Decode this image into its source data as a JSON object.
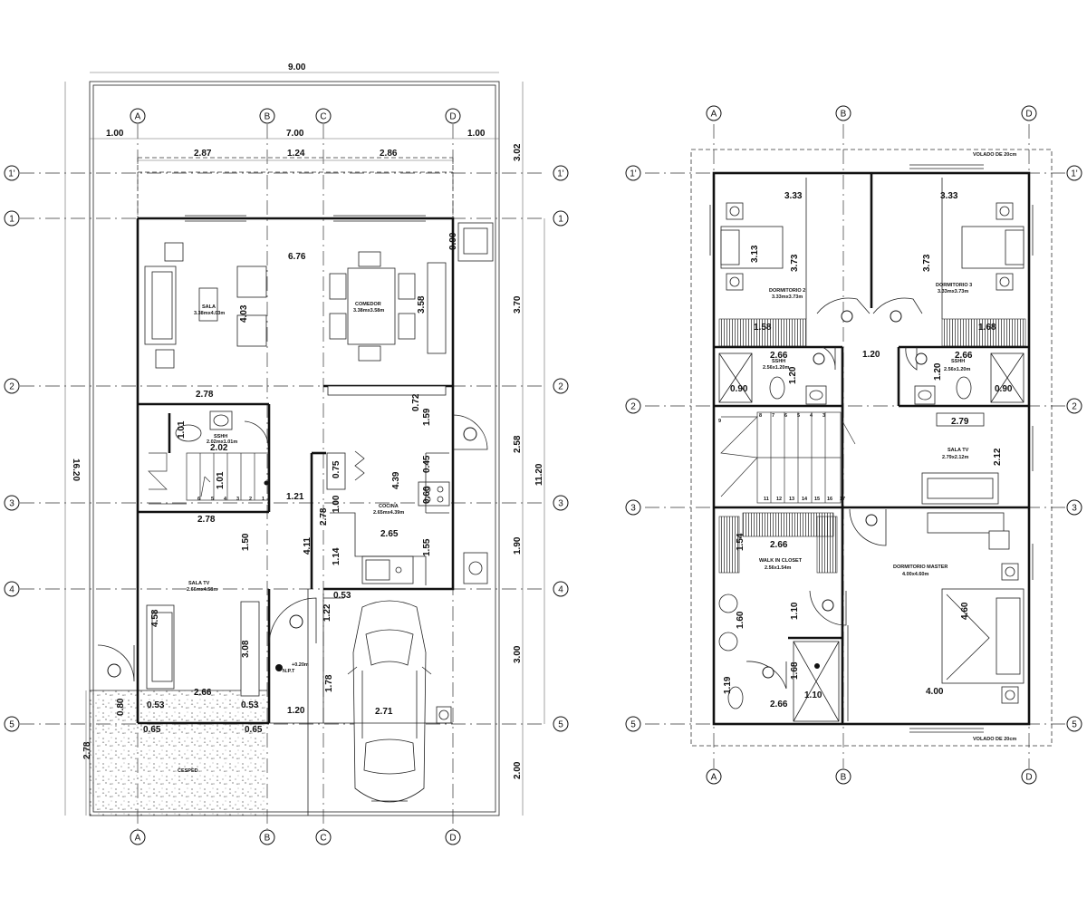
{
  "ground_floor": {
    "axes_top": [
      "A",
      "B",
      "C",
      "D"
    ],
    "axes_bottom": [
      "A",
      "B",
      "C",
      "D"
    ],
    "axes_side": [
      "1'",
      "1",
      "2",
      "3",
      "4",
      "5"
    ],
    "dims_top": [
      "9.00",
      "1.00",
      "7.00",
      "1.00",
      "2.87",
      "1.24",
      "2.86"
    ],
    "dims_right": [
      "3.02",
      "3.70",
      "2.58",
      "1.90",
      "3.00",
      "2.00"
    ],
    "dim_right_total": "11.20",
    "dim_left_total": "16.20",
    "dim_left_garden": "2.78",
    "rooms": [
      {
        "name": "SALA",
        "size": "3.38mx4.03m"
      },
      {
        "name": "COMEDOR",
        "size": "3.38mx3.58m"
      },
      {
        "name": "SSHH",
        "size": "2.02mx1.01m"
      },
      {
        "name": "COCINA",
        "size": "2.65mx4.39m"
      },
      {
        "name": "SALA TV",
        "size": "2.66mx4.58m"
      },
      {
        "name": "CESPED",
        "size": ""
      }
    ],
    "inner_dims": {
      "d676": "6.76",
      "d403": "4.03",
      "d358": "3.58",
      "d090": "0.90",
      "d278a": "2.78",
      "d072": "0.72",
      "d159": "1.59",
      "d101": "1.01",
      "d202": "2.02",
      "d101b": "1.01",
      "d121": "1.21",
      "d075": "0.75",
      "d045": "0.45",
      "d439": "4.39",
      "d100": "1.00",
      "d060": "0.60",
      "d278b": "2.78",
      "d278c": "2.78",
      "d265": "2.65",
      "d150": "1.50",
      "d411": "4.11",
      "d114": "1.14",
      "d155": "1.55",
      "d053a": "0.53",
      "d122": "1.22",
      "d458": "4.58",
      "d308": "3.08",
      "d178": "1.78",
      "d271": "2.71",
      "d266": "2.66",
      "d053b": "0.53",
      "d053c": "0.53",
      "d120": "1.20",
      "d080": "0.80",
      "d065a": "0.65",
      "d065b": "0.65"
    },
    "stair_steps": [
      "6",
      "5",
      "4",
      "3",
      "2",
      "1"
    ],
    "level_mark": "+0.20m",
    "level_label": "N.P.T"
  },
  "upper_floor": {
    "axes_top": [
      "A",
      "B",
      "D"
    ],
    "axes_bottom": [
      "A",
      "B",
      "D"
    ],
    "axes_side": [
      "1'",
      "1",
      "2",
      "3",
      "4",
      "5"
    ],
    "volado_top": "VOLADO DE 20cm",
    "volado_bottom": "VOLADO DE 20cm",
    "rooms": [
      {
        "name": "DORMITORIO 2",
        "size": "3.33mx3.73m"
      },
      {
        "name": "DORMITORIO 3",
        "size": "3.33mx3.73m"
      },
      {
        "name": "SSHH",
        "size": "2.56x1.20m"
      },
      {
        "name": "SSHH",
        "size": "2.56x1.20m"
      },
      {
        "name": "SALA TV",
        "size": "2.79x2.12m"
      },
      {
        "name": "WALK IN CLOSET",
        "size": "2.56x1.54m"
      },
      {
        "name": "DORMITORIO MASTER",
        "size": "4.00x4.60m"
      }
    ],
    "inner_dims": {
      "u333a": "3.33",
      "u333b": "3.33",
      "u313": "3.13",
      "u373a": "3.73",
      "u373b": "3.73",
      "u158a": "1.58",
      "u168": "1.68",
      "u266a": "2.66",
      "u266b": "2.66",
      "u090a": "0.90",
      "u090b": "0.90",
      "u120a": "1.20",
      "u120b": "1.20",
      "u120c": "1.20",
      "u279": "2.79",
      "u212": "2.12",
      "u266c": "2.66",
      "u154": "1.54",
      "u110a": "1.10",
      "u160": "1.60",
      "u168b": "1.68",
      "u460": "4.60",
      "u400": "4.00",
      "u119": "1.19",
      "u266d": "2.66",
      "u110b": "1.10"
    },
    "stair_steps": [
      "9",
      "8",
      "7",
      "6",
      "5",
      "4",
      "3",
      "11",
      "12",
      "13",
      "14",
      "15",
      "16",
      "17"
    ]
  }
}
